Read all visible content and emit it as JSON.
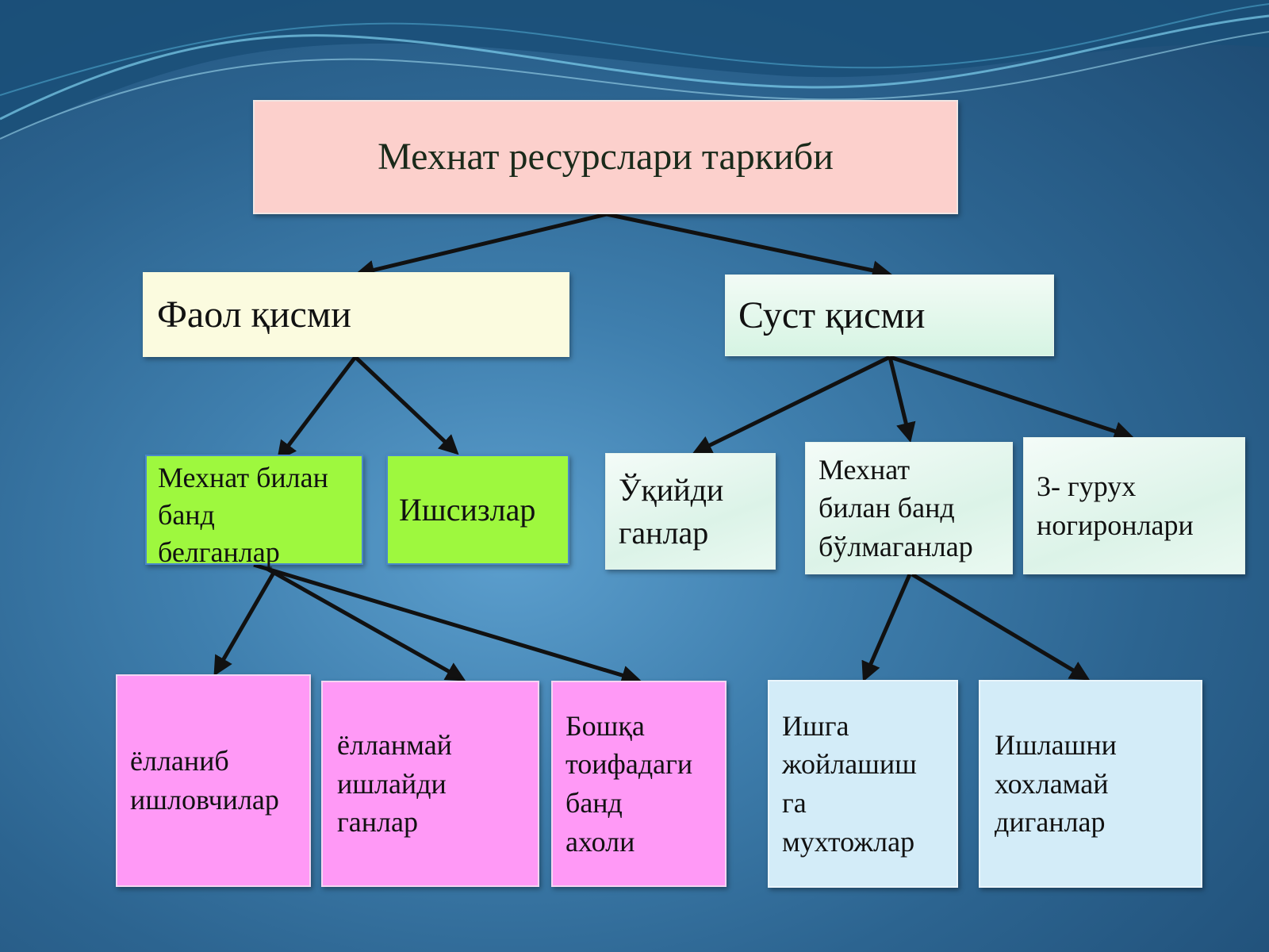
{
  "diagram": {
    "title": "Мехнат  ресурслари таркиби",
    "active": {
      "label": "Фаол  қисми",
      "children": {
        "employed": "Мехнат билан\nбанд\nбелганлар",
        "unemployed": "Ишсизлар"
      },
      "employed_children": {
        "hired": "ёлланиб\nишловчилар",
        "not_hired": "ёлланмай\nишлайди\nганлар",
        "other": "Бошқа\nтоифадаги\nбанд\nахоли"
      }
    },
    "passive": {
      "label": "Суст қисми",
      "children": {
        "students": "Ўқийди\nганлар",
        "not_employed": "Мехнат\nбилан банд\nбўлмаганлар",
        "disabled": "3- гурух\nногиронлари"
      },
      "not_employed_children": {
        "need_job": "Ишга\nжойлашиш\nга\nмухтожлар",
        "dont_want": "Ишлашни\nхохламай\nдиганлар"
      }
    }
  },
  "colors": {
    "title_box": "#fcd0cc",
    "active_box": "#fbfbdf",
    "passive_box": "#dff5e9",
    "green_box": "#9ef83e",
    "pink_box": "#ff99f6",
    "light_blue_box": "#d3ecf8",
    "arrow": "#111111"
  }
}
